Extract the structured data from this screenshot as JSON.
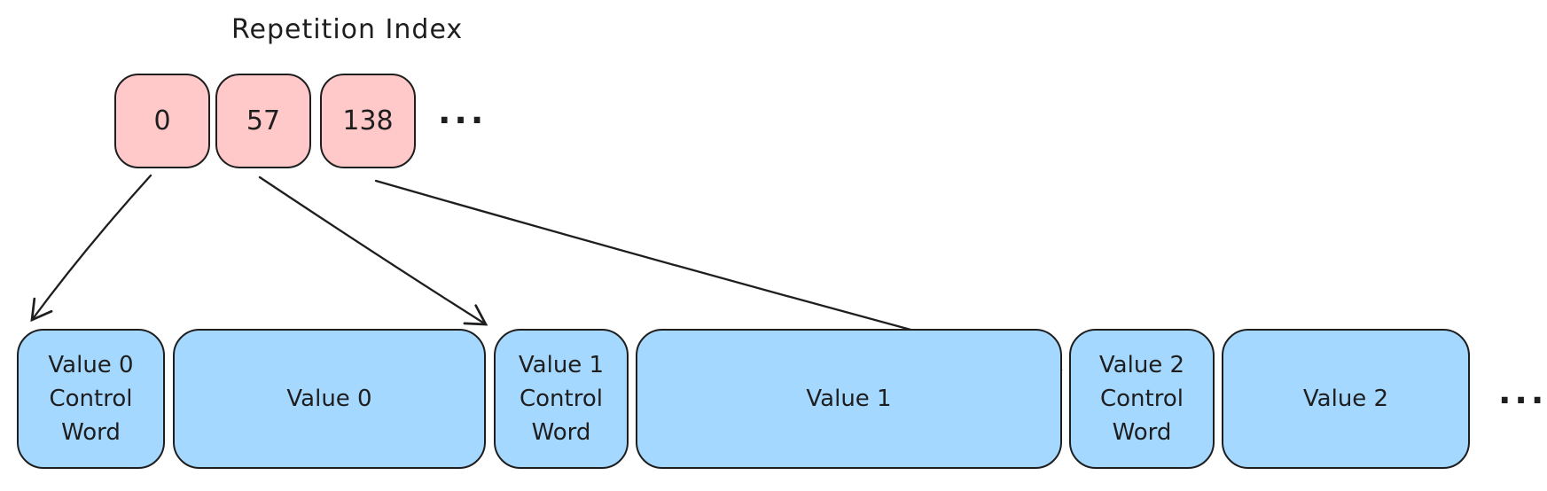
{
  "title": "Repetition Index",
  "colors": {
    "index_cell_fill": "#ffc9c9",
    "stream_block_fill": "#a5d8ff",
    "stroke": "#1e1e1e",
    "background": "#ffffff"
  },
  "repetition_index": {
    "cells": [
      {
        "value": "0"
      },
      {
        "value": "57"
      },
      {
        "value": "138"
      }
    ],
    "ellipsis": "..."
  },
  "stream": {
    "blocks": [
      {
        "label": "Value 0 Control Word",
        "kind": "control-word"
      },
      {
        "label": "Value 0",
        "kind": "value"
      },
      {
        "label": "Value 1 Control Word",
        "kind": "control-word"
      },
      {
        "label": "Value 1",
        "kind": "value"
      },
      {
        "label": "Value 2 Control Word",
        "kind": "control-word"
      },
      {
        "label": "Value 2",
        "kind": "value"
      }
    ],
    "ellipsis": "..."
  },
  "arrows": [
    {
      "from": "index-cell-0",
      "to": "block-value-0-control-word"
    },
    {
      "from": "index-cell-57",
      "to": "block-value-1-control-word"
    },
    {
      "from": "index-cell-138",
      "to": "block-value-2-control-word"
    }
  ]
}
